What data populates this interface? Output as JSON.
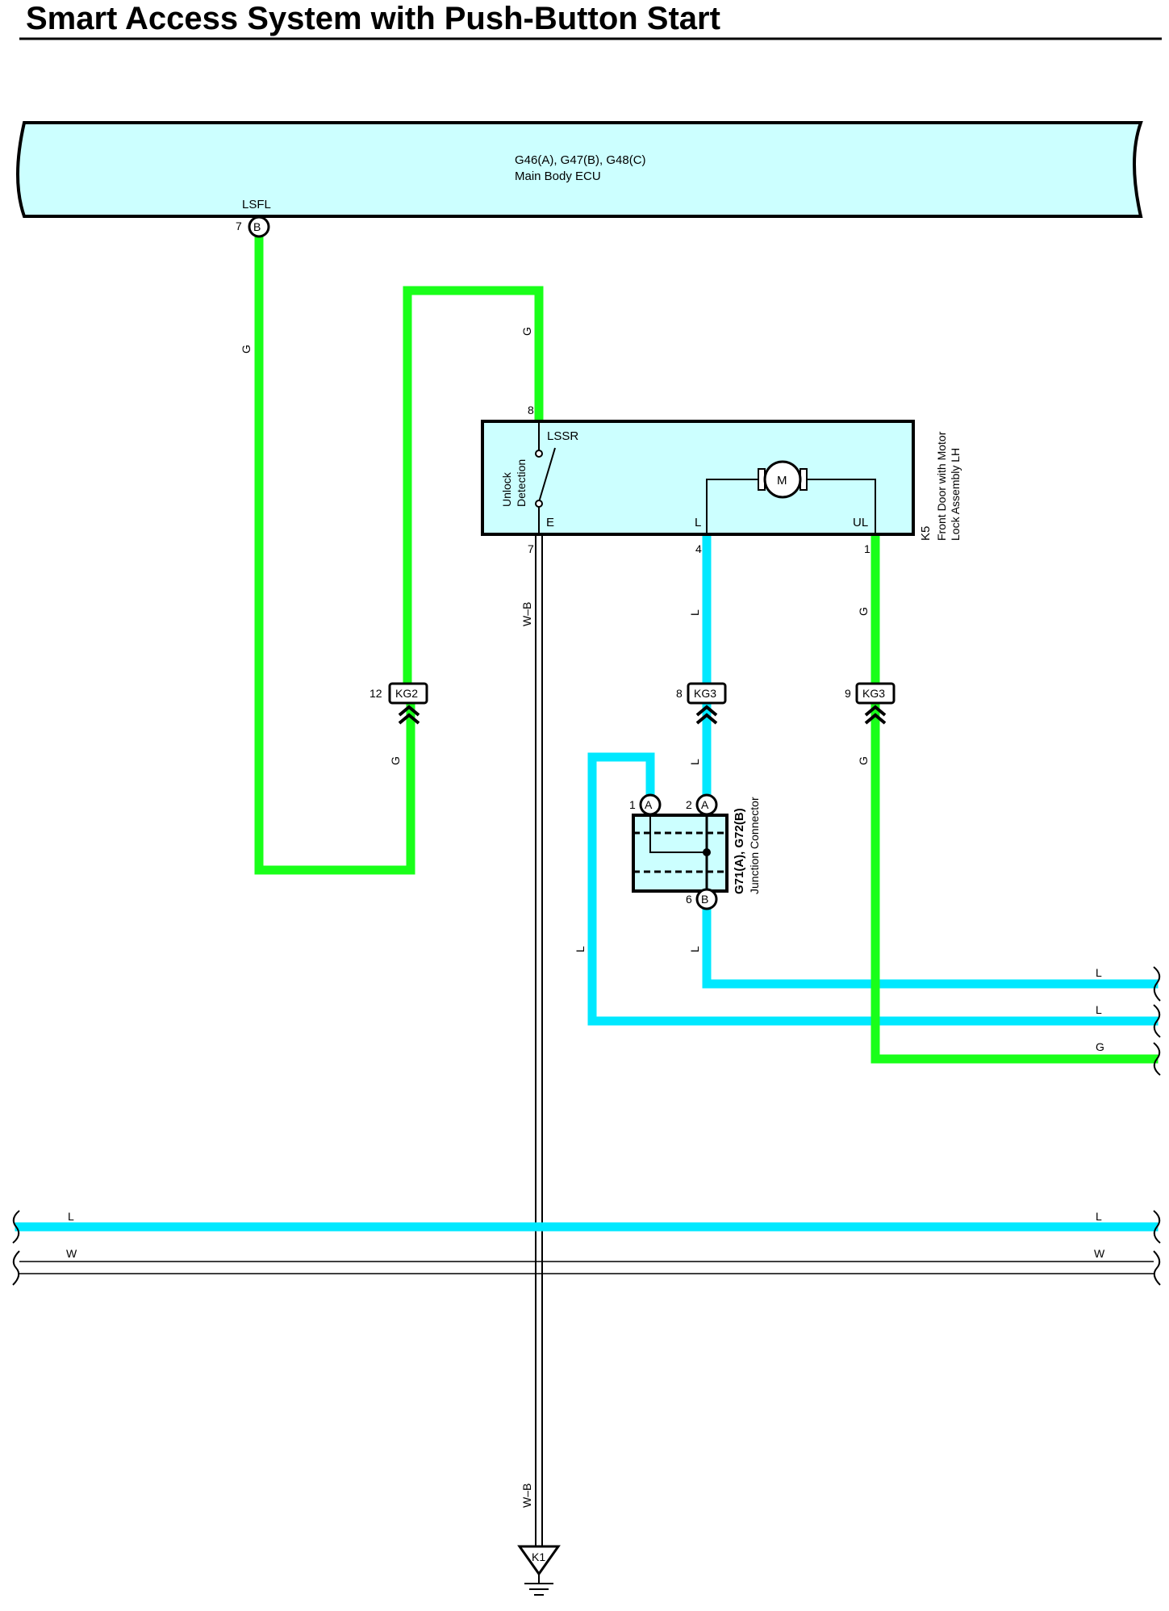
{
  "title": "Smart Access System with Push-Button Start",
  "ecu": {
    "connectors": "G46(A), G47(B), G48(C)",
    "name": "Main Body ECU",
    "terminal": "LSFL",
    "pin": "7",
    "pin_connector": "B"
  },
  "door_lock": {
    "id": "K5",
    "name_line1": "Front Door with Motor",
    "name_line2": "Lock Assembly LH",
    "switch_name": "LSSR",
    "switch_label_line1": "Unlock",
    "switch_label_line2": "Detection",
    "motor_symbol": "M",
    "terminals": {
      "e": "E",
      "l": "L",
      "ul": "UL"
    },
    "pins": {
      "lssr": "8",
      "e": "7",
      "l": "4",
      "ul": "1"
    }
  },
  "junction": {
    "name_line1": "G71(A), G72(B)",
    "name_line2": "Junction Connector",
    "pins": [
      {
        "num": "1",
        "conn": "A"
      },
      {
        "num": "2",
        "conn": "A"
      },
      {
        "num": "6",
        "conn": "B"
      }
    ]
  },
  "connectors": {
    "kg2": {
      "name": "KG2",
      "pin": "12"
    },
    "kg3_l": {
      "name": "KG3",
      "pin": "8"
    },
    "kg3_g": {
      "name": "KG3",
      "pin": "9"
    }
  },
  "ground": {
    "name": "K1"
  },
  "wire_colors": {
    "g": "G",
    "l": "L",
    "w": "W",
    "wb": "W–B"
  },
  "colors": {
    "green_wire": "#19ff19",
    "blue_wire": "#00e8ff",
    "component_fill": "#ccffff"
  }
}
